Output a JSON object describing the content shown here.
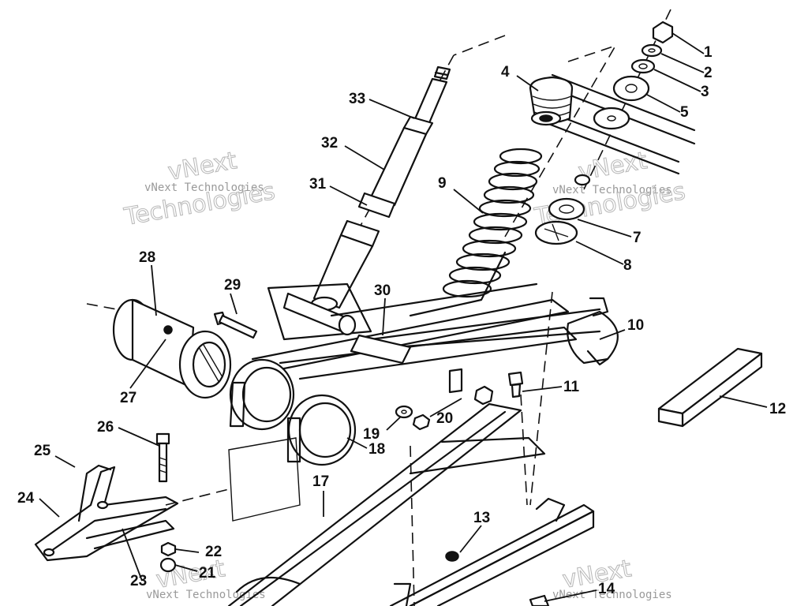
{
  "callouts": {
    "c1": "1",
    "c2": "2",
    "c3": "3",
    "c4": "4",
    "c5": "5",
    "c7": "7",
    "c8": "8",
    "c9": "9",
    "c10": "10",
    "c11": "11",
    "c12": "12",
    "c13": "13",
    "c14": "14",
    "c17": "17",
    "c18": "18",
    "c19": "19",
    "c20": "20",
    "c21": "21",
    "c22": "22",
    "c23": "23",
    "c24": "24",
    "c25": "25",
    "c26": "26",
    "c27": "27",
    "c28": "28",
    "c29": "29",
    "c30": "30",
    "c31": "31",
    "c32": "32",
    "c33": "33"
  },
  "watermark": {
    "line1": "vNext Technologies",
    "line2": "Technologies",
    "line3": "vNext"
  }
}
